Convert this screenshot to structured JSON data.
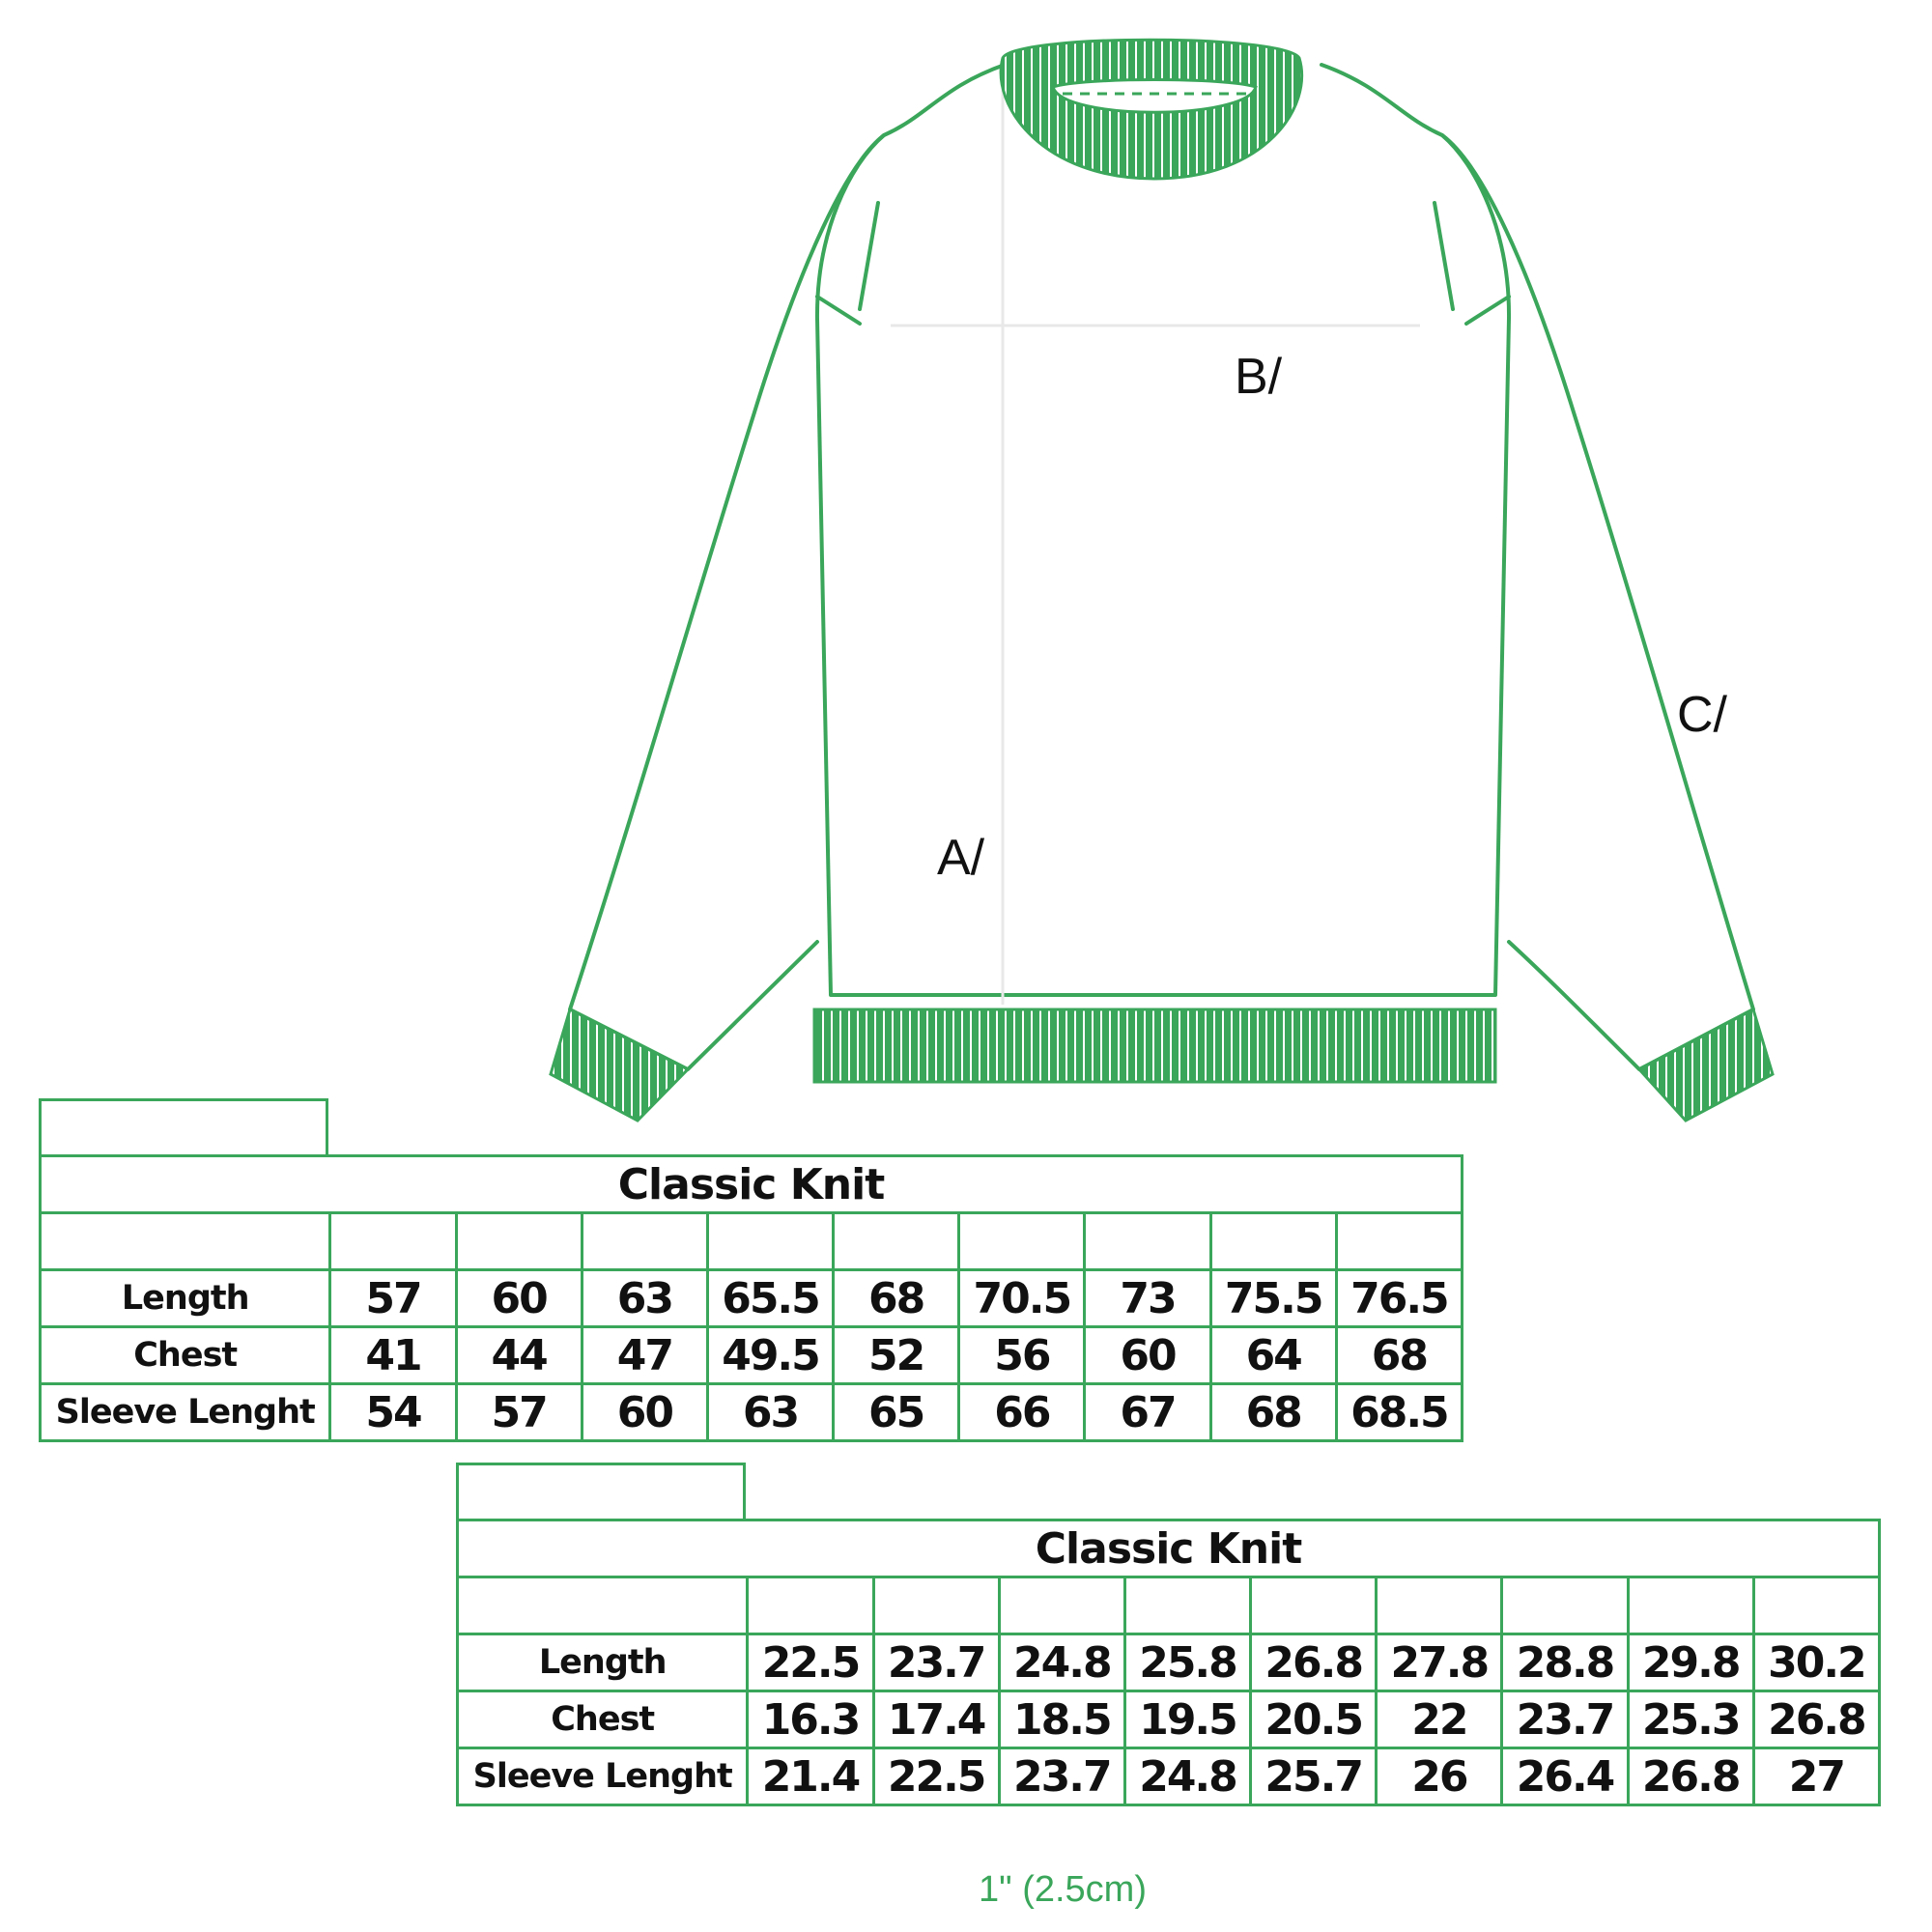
{
  "colors": {
    "accent": "#3aa65a",
    "text": "#111111"
  },
  "diagram": {
    "labels": {
      "length": "A/",
      "chest": "B/",
      "sleeve": "C/"
    }
  },
  "table_cm": {
    "title": "Classic Knit",
    "rows": [
      {
        "label": "Length",
        "values": [
          "57",
          "60",
          "63",
          "65.5",
          "68",
          "70.5",
          "73",
          "75.5",
          "76.5"
        ]
      },
      {
        "label": "Chest",
        "values": [
          "41",
          "44",
          "47",
          "49.5",
          "52",
          "56",
          "60",
          "64",
          "68"
        ]
      },
      {
        "label": "Sleeve Lenght",
        "values": [
          "54",
          "57",
          "60",
          "63",
          "65",
          "66",
          "67",
          "68",
          "68.5"
        ]
      }
    ]
  },
  "table_in": {
    "title": "Classic Knit",
    "rows": [
      {
        "label": "Length",
        "values": [
          "22.5",
          "23.7",
          "24.8",
          "25.8",
          "26.8",
          "27.8",
          "28.8",
          "29.8",
          "30.2"
        ]
      },
      {
        "label": "Chest",
        "values": [
          "16.3",
          "17.4",
          "18.5",
          "19.5",
          "20.5",
          "22",
          "23.7",
          "25.3",
          "26.8"
        ]
      },
      {
        "label": "Sleeve Lenght",
        "values": [
          "21.4",
          "22.5",
          "23.7",
          "24.8",
          "25.7",
          "26",
          "26.4",
          "26.8",
          "27"
        ]
      }
    ]
  },
  "note": "1\" (2.5cm)"
}
